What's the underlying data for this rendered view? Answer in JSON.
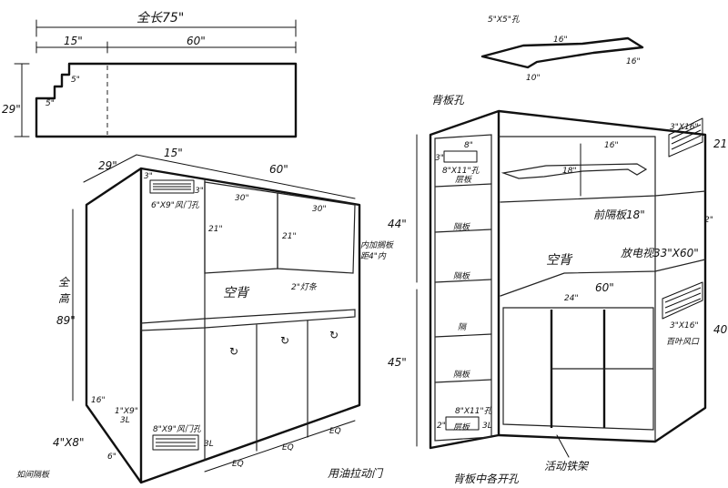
{
  "left_top": {
    "total_width": "全长75\"",
    "seg_left": "15\"",
    "seg_right": "60\"",
    "depth": "29\"",
    "notch_a": "5\"",
    "notch_b": "5\""
  },
  "left_cabinet": {
    "depth_top": "29\"",
    "width_side": "15\"",
    "width_main": "60\"",
    "vent_top_size": "3\"",
    "vent_top_label": "6\"X9\"风门孔",
    "vent_top_dim": "3\"",
    "upper_w1": "30\"",
    "upper_w2": "30\"",
    "upper_h1": "21\"",
    "upper_h2": "21\"",
    "upper_note1": "内加搁板",
    "upper_note2": "距4\"内",
    "light_label": "2\"灯条",
    "empty_back": "空背",
    "height_label1": "全",
    "height_label2": "高",
    "height_label3": "89\"",
    "side_vent_size": "1\"X9\"",
    "side_vent_dim": "3L",
    "kick_h": "16\"",
    "kick_dims": "4\"X8\"",
    "bottom_h": "6\"",
    "vent_bot_label": "8\"X9\"风门孔",
    "vent_bot_dim": "3L",
    "eq1": "EQ",
    "eq2": "EQ",
    "eq3": "EQ",
    "corner_note": "如间隔板",
    "door_note": "用油拉动门"
  },
  "right_top": {
    "hole_label": "5\"X5\"孔",
    "dim_a": "16\"",
    "dim_b": "10\"",
    "dim_c": "16\""
  },
  "right_cabinet": {
    "back_hole": "背板孔",
    "hole_small": "8\"",
    "hole_sz": "3\"",
    "hole_label": "8\"X11\"孔",
    "shelf_label": "层板",
    "tb1": "隔板",
    "tb2": "隔板",
    "tb3": "隔",
    "tb4": "隔板",
    "tb5": "层板",
    "h_upper": "44\"",
    "h_lower": "45\"",
    "upper_16": "16\"",
    "upper_18": "18\"",
    "upper_inner": "前隔板18\"",
    "side_2": "2\"",
    "vent_r1": "3\"X16\"",
    "dim_r_top": "21\"",
    "empty_back": "空背",
    "opening_note": "放电视33\"X60\"",
    "w_24": "24\"",
    "w_60": "60\"",
    "vent_r2": "3\"X16\"",
    "vent_r2_note": "百叶风口",
    "dim_r_bot": "40\"",
    "bottom_hole": "8\"X11\"孔",
    "bottom_hole_dim": "2\"",
    "bottom_hole_dim2": "3L",
    "foot_note1": "背板中各开孔",
    "foot_note2": "活动铁架"
  },
  "colors": {
    "ink": "#111111",
    "paper": "#ffffff"
  }
}
